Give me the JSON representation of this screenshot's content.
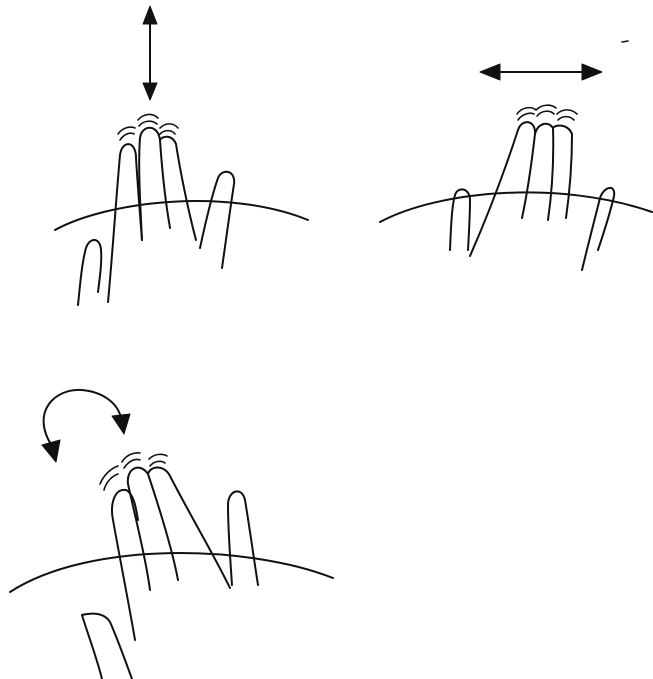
{
  "figure": {
    "panels": [
      {
        "motion": "vertical",
        "arrow_icon": "double-arrow-vertical-icon"
      },
      {
        "motion": "horizontal",
        "arrow_icon": "double-arrow-horizontal-icon"
      },
      {
        "motion": "rotational",
        "arrow_icon": "curved-double-arrow-icon"
      }
    ],
    "colors": {
      "background": "#ffffff",
      "ink": "#111111"
    }
  }
}
